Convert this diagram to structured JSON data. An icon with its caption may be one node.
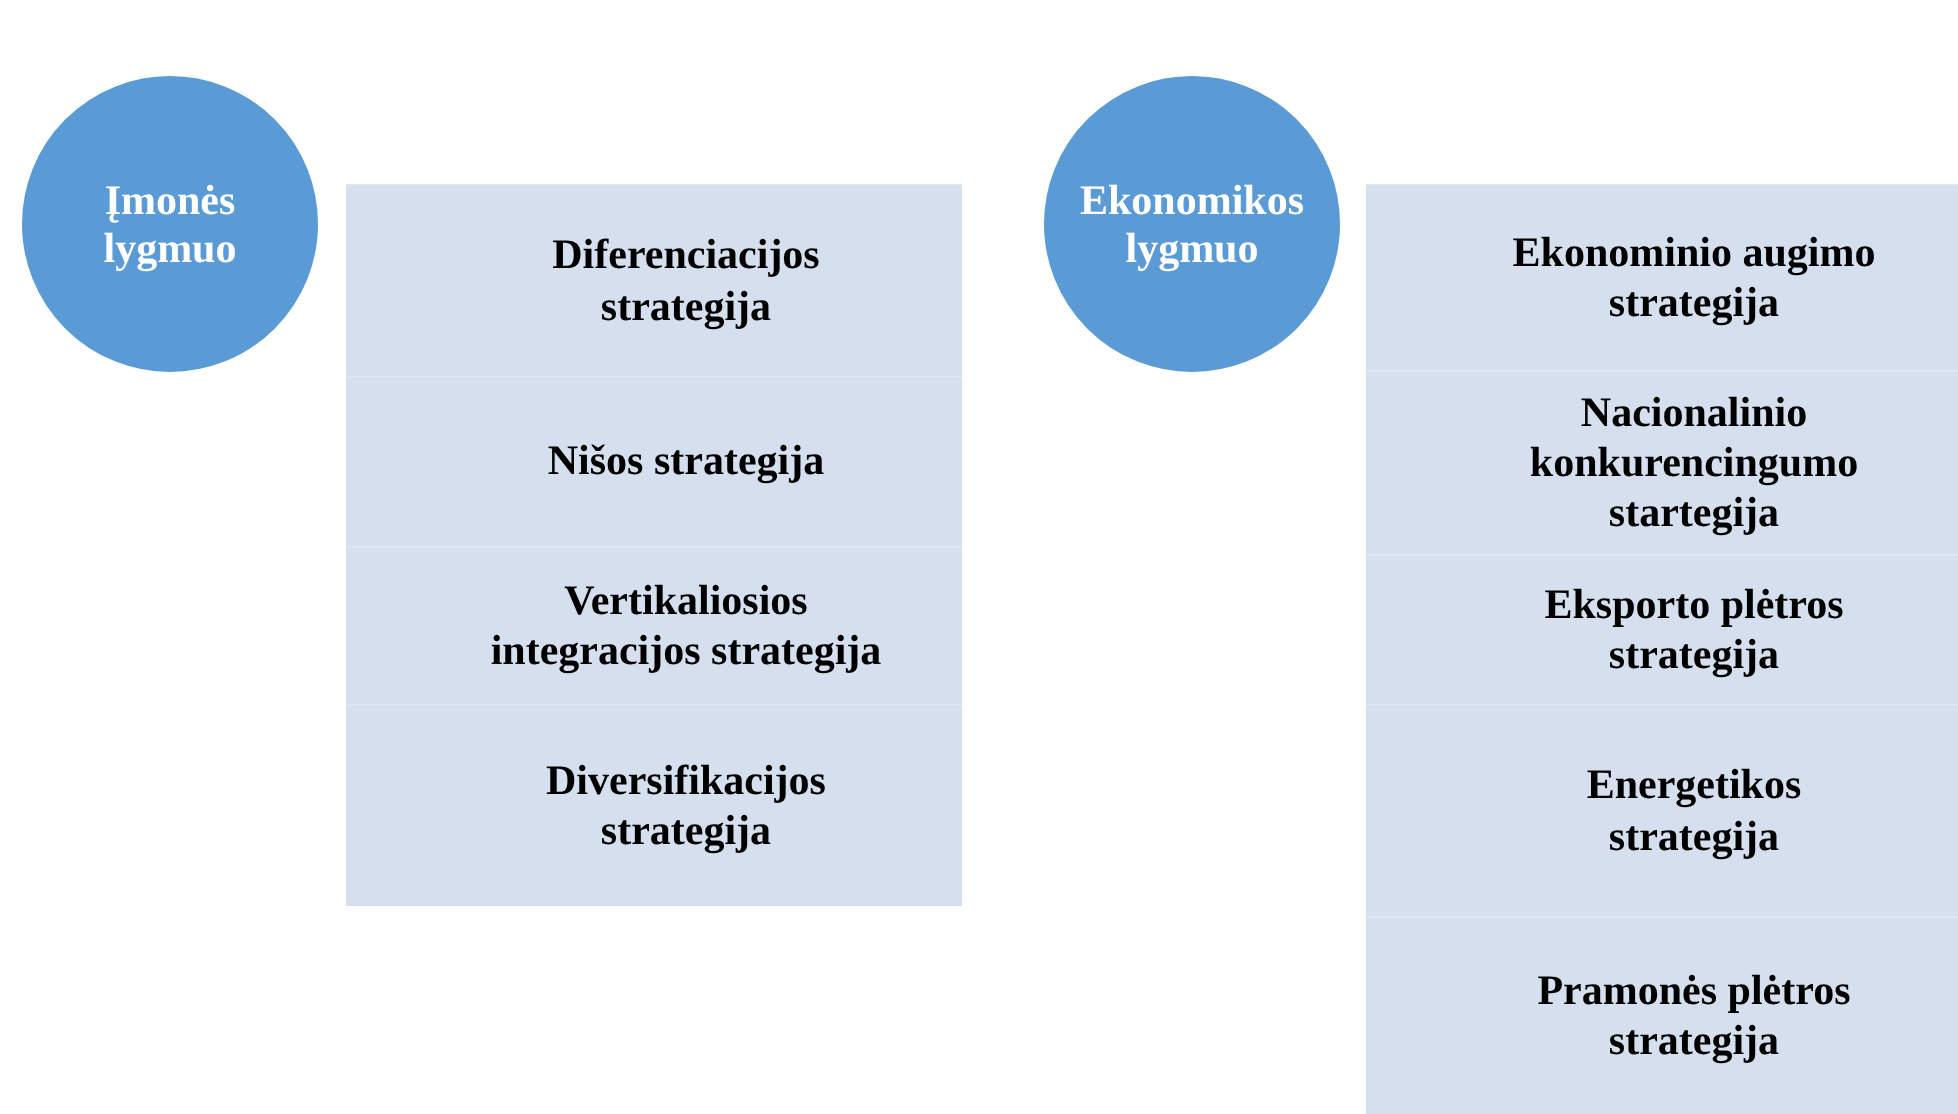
{
  "diagram": {
    "nodes": [
      {
        "text": [
          "Įmonės lygmuo"
        ]
      },
      {
        "text": [],
        "shape": "box"
      },
      {
        "text": [
          "Diferenciacijos strategija"
        ],
        "in": 1
      },
      {
        "text": [
          "Nišos strategija"
        ],
        "in": 1
      },
      {
        "text": [
          "Vertikaliosios integracijos strategija"
        ],
        "in": 1
      },
      {
        "text": [
          "Diversifikacijos strategija"
        ],
        "in": 1
      },
      {
        "text": [
          "Ekonomikos lygmuo"
        ]
      },
      {
        "text": [],
        "shape": "box"
      },
      {
        "text": [
          "Ekonominio augimo strategija"
        ],
        "in": 7
      },
      {
        "text": [
          "Nacionalinio konkurencingumo startegija"
        ],
        "in": 7
      },
      {
        "text": [
          "Eksporto plėtros strategija"
        ],
        "in": 7
      },
      {
        "text": [
          "Energetikos strategija"
        ],
        "in": 7
      },
      {
        "text": [
          "Pramonės plėtros strategija"
        ],
        "in": 7
      }
    ]
  }
}
